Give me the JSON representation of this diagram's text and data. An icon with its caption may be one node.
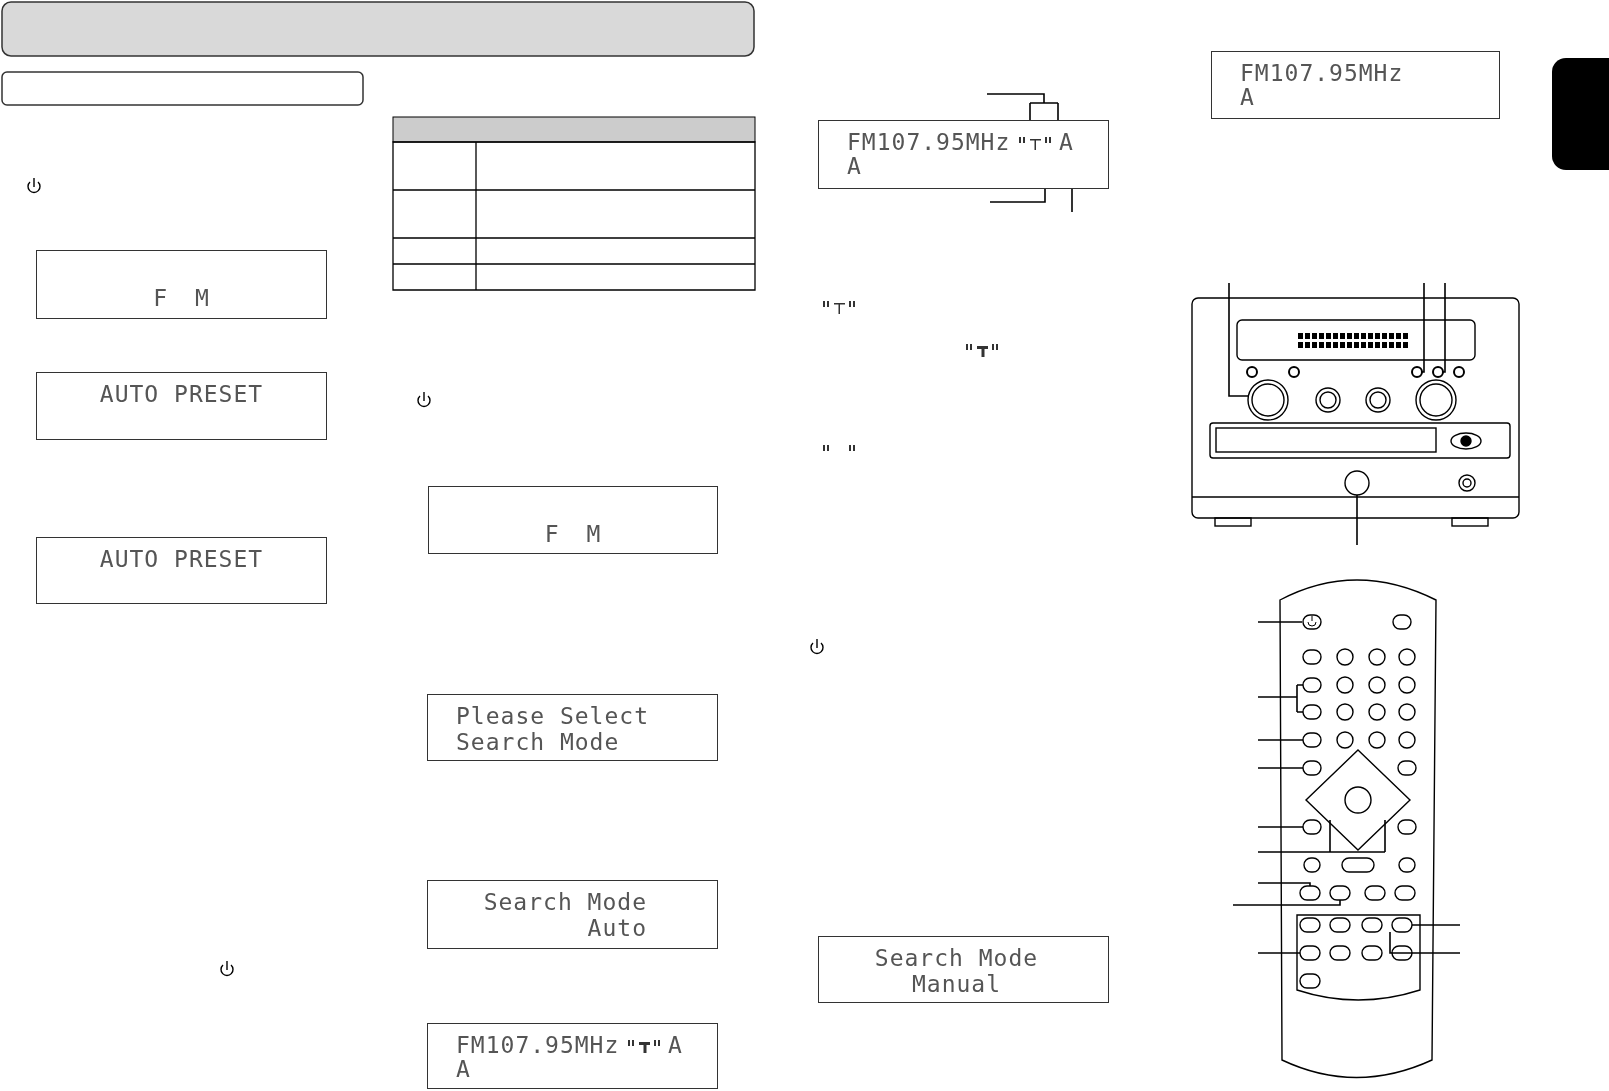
{
  "diagram": {
    "nodes": [
      {
        "text": [
          "F M"
        ]
      },
      {
        "text": [
          "AUTO PRESET"
        ]
      },
      {
        "text": [
          "AUTO PRESET"
        ]
      },
      {
        "text": [
          "F M"
        ]
      },
      {
        "text": [
          "Please Select Search Mode"
        ]
      },
      {
        "text": [
          "Search Mode Auto"
        ]
      },
      {
        "text": [
          "FM107.95MHz",
          "A",
          "A"
        ]
      },
      {
        "text": [
          "FM107.95MHz",
          "A",
          "A"
        ]
      },
      {
        "text": [
          "Search Mode Manual"
        ]
      },
      {
        "text": [
          "FM107.95MHz",
          "A"
        ]
      },
      {
        "text": [],
        "shape": "picture"
      },
      {
        "text": [],
        "shape": "picture"
      },
      {
        "text": [],
        "shape": "box"
      },
      {
        "text": [],
        "shape": "box"
      },
      {
        "text": [],
        "shape": "box"
      }
    ],
    "edges": [
      {
        "from": null,
        "to": 7,
        "arrow": "none"
      },
      {
        "from": null,
        "to": 7,
        "arrow": "none"
      },
      {
        "from": null,
        "to": 7,
        "arrow": "none"
      },
      {
        "from": null,
        "to": 10,
        "arrow": "none"
      },
      {
        "from": null,
        "to": 10,
        "arrow": "none"
      },
      {
        "from": null,
        "to": 10,
        "arrow": "none"
      },
      {
        "from": null,
        "to": 10,
        "arrow": "none"
      },
      {
        "from": null,
        "to": 11,
        "arrow": "none"
      },
      {
        "from": null,
        "to": 11,
        "arrow": "none"
      },
      {
        "from": null,
        "to": 11,
        "arrow": "none"
      },
      {
        "from": null,
        "to": 11,
        "arrow": "none"
      },
      {
        "from": null,
        "to": 11,
        "arrow": "none"
      },
      {
        "from": null,
        "to": 11,
        "arrow": "none"
      },
      {
        "from": null,
        "to": 11,
        "arrow": "none"
      },
      {
        "from": null,
        "to": 11,
        "arrow": "none"
      },
      {
        "from": null,
        "to": 11,
        "arrow": "none"
      },
      {
        "from": null,
        "to": 11,
        "arrow": "none"
      },
      {
        "from": null,
        "to": 11,
        "arrow": "none"
      }
    ]
  }
}
